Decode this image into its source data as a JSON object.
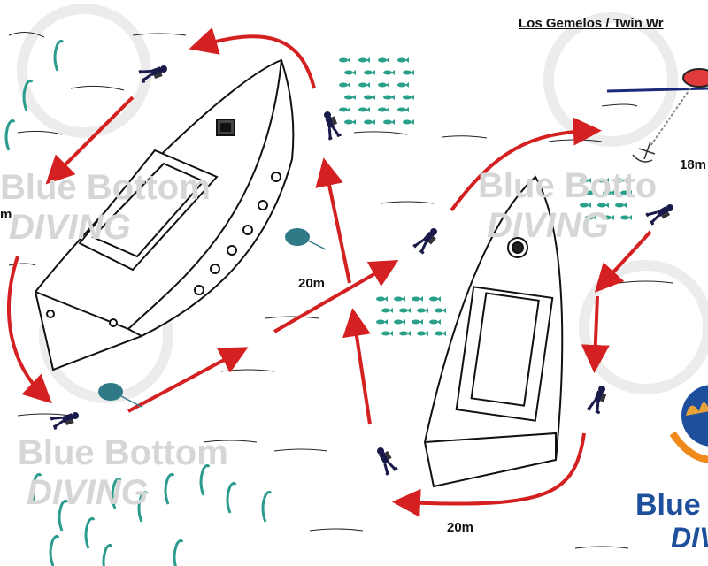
{
  "map": {
    "title": "Los Gemelos / Twin Wr",
    "depth_labels": {
      "left": "m",
      "top_right": "18m",
      "center": "20m",
      "bottom": "20m"
    },
    "watermarks": [
      {
        "line1": "Blue Bottom",
        "line2": "DIVING"
      },
      {
        "line1": "Blue Bottom",
        "line2": "DIVING"
      },
      {
        "line1": "Blue Botto",
        "line2": "DIVING"
      }
    ],
    "logo": {
      "line1": "Blue B",
      "line2": "DIV"
    },
    "colors": {
      "route_arrow": "#d42020",
      "diver": "#1a1a4a",
      "fish": "#2aa08a",
      "seaweed": "#2a9b8c",
      "stingray": "#2f7a86",
      "buoy": "#e03a3a",
      "surface_line": "#1a2a7a",
      "logo": "#1d4f9c"
    },
    "icons": [
      "wreck",
      "diver",
      "fish-school",
      "stingray",
      "seaweed",
      "anchor",
      "buoy",
      "route-arrow"
    ]
  }
}
